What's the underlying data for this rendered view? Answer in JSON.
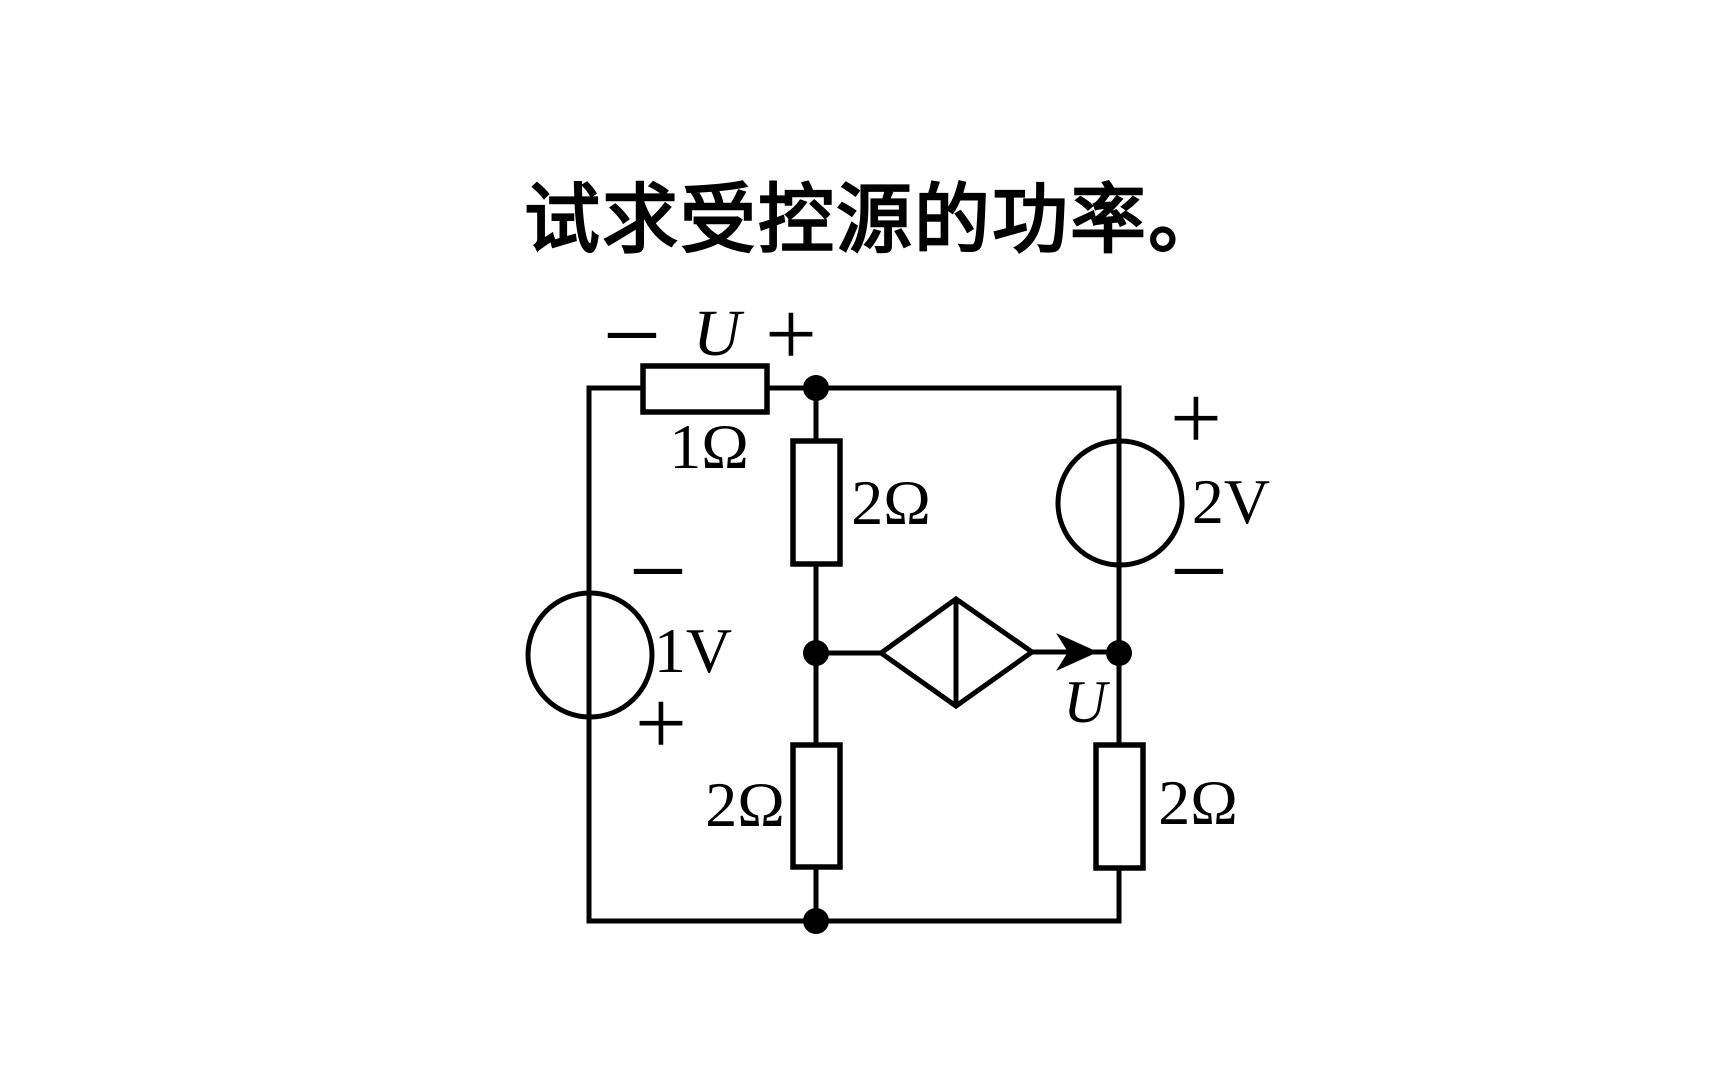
{
  "title": "试求受控源的功率。",
  "colors": {
    "ink": "#000000",
    "background": "#ffffff"
  },
  "circuit": {
    "u_branch": {
      "minus": "−",
      "label": "U",
      "plus": "+"
    },
    "r1": {
      "value": "1Ω"
    },
    "r2_upper_mid": {
      "value": "2Ω"
    },
    "r2_lower_mid": {
      "value": "2Ω"
    },
    "r2_lower_right": {
      "value": "2Ω"
    },
    "v1": {
      "minus": "−",
      "value": "1V",
      "plus": "+"
    },
    "v2": {
      "plus": "+",
      "value": "2V",
      "minus": "−"
    },
    "dep_source": {
      "control_label": "U"
    }
  }
}
